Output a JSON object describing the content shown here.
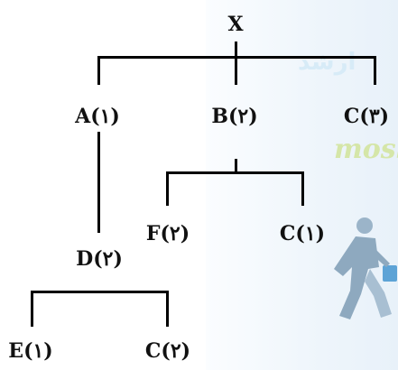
{
  "diagram": {
    "nodes": {
      "x": "X",
      "a1": "A(۱)",
      "b2": "B(۲)",
      "c3": "C(۳)",
      "d2": "D(۲)",
      "f2": "F(۲)",
      "c1": "C(۱)",
      "e1": "E(۱)",
      "c2": "C(۲)"
    },
    "edges": [
      [
        "X",
        "A(۱)"
      ],
      [
        "X",
        "B(۲)"
      ],
      [
        "X",
        "C(۳)"
      ],
      [
        "A(۱)",
        "D(۲)"
      ],
      [
        "B(۲)",
        "F(۲)"
      ],
      [
        "B(۲)",
        "C(۱)"
      ],
      [
        "D(۲)",
        "E(۱)"
      ],
      [
        "D(۲)",
        "C(۲)"
      ]
    ]
  },
  "watermark": {
    "text_fa": "ارشد",
    "text_en": "mosh",
    "color_primary": "#d7ebf7",
    "color_secondary": "#d5e6a8"
  }
}
